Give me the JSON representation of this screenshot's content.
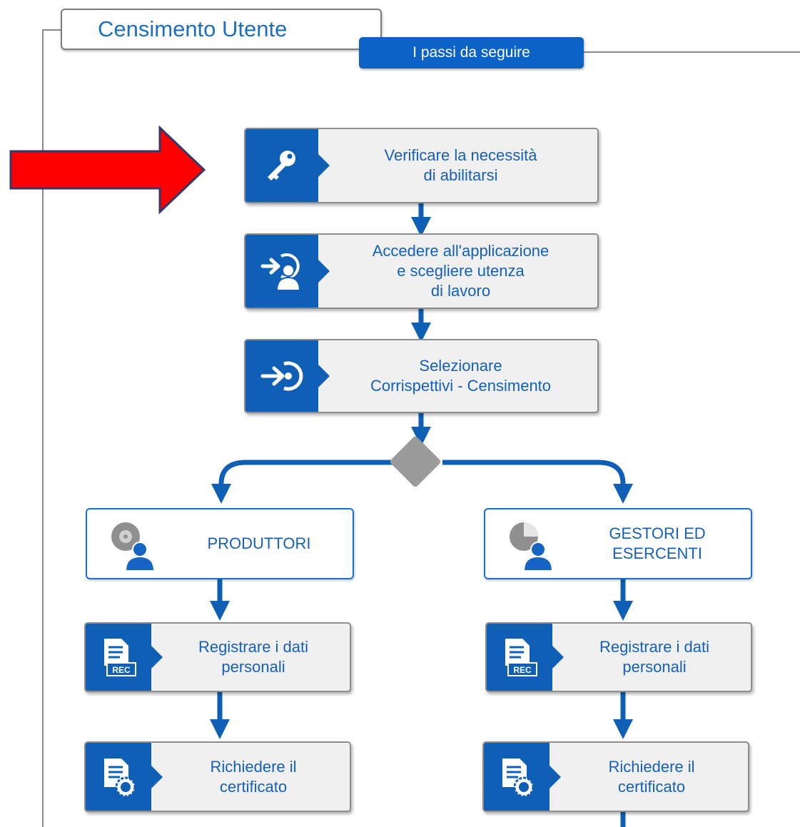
{
  "header": {
    "title": "Censimento Utente",
    "subtitle": "I passi da seguire"
  },
  "steps": {
    "verify": {
      "label": "Verificare la necessità\ndi abilitarsi",
      "icon": "key-icon"
    },
    "access": {
      "label": "Accedere all'applicazione\ne scegliere utenza\ndi lavoro",
      "icon": "user-login-icon"
    },
    "select": {
      "label": "Selezionare\nCorrispettivi - Censimento",
      "icon": "login-arrow-icon"
    }
  },
  "branches": {
    "produttori": {
      "label": "PRODUTTORI",
      "icon": "producer-user-icon",
      "register": {
        "label": "Registrare i dati\npersonali",
        "icon": "rec-document-icon"
      },
      "certificate": {
        "label": "Richiedere il\ncertificato",
        "icon": "certificate-document-icon"
      }
    },
    "gestori": {
      "label": "GESTORI ED\nESERCENTI",
      "icon": "manager-user-icon",
      "register": {
        "label": "Registrare i dati\npersonali",
        "icon": "rec-document-icon"
      },
      "certificate": {
        "label": "Richiedere il\ncertificato",
        "icon": "certificate-document-icon"
      }
    }
  },
  "icon_text": {
    "rec": "REC"
  },
  "colors": {
    "accent": "#0e5fb5",
    "text": "#1560b8",
    "highlight_arrow": "#ff0000",
    "decision": "#9a9a9a"
  }
}
